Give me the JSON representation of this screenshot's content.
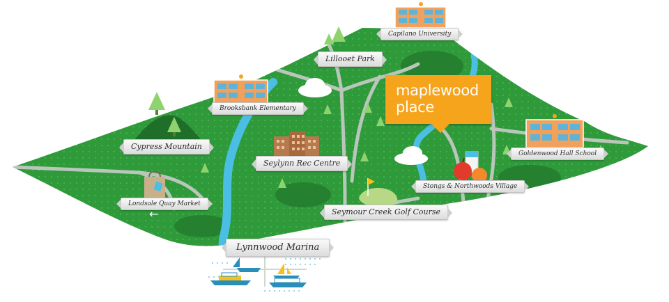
{
  "map": {
    "headline": {
      "line1": "maplewood",
      "line2": "place"
    },
    "locations": [
      {
        "id": "capilano-university",
        "label": "Capilano University"
      },
      {
        "id": "lillooet-park",
        "label": "Lillooet Park"
      },
      {
        "id": "brooksbank-elementary",
        "label": "Brooksbank Elementary"
      },
      {
        "id": "cypress-mountain",
        "label": "Cypress Mountain"
      },
      {
        "id": "seylynn-rec-centre",
        "label": "Seylynn Rec Centre"
      },
      {
        "id": "goldenwood-hall-school",
        "label": "Goldenwood Hall School"
      },
      {
        "id": "strongs-northwoods-village",
        "label": "Stongs & Northwoods Village"
      },
      {
        "id": "lonsdale-quay-market",
        "label": "Londsale Quay Market"
      },
      {
        "id": "seymour-creek-golf-course",
        "label": "Seymour Creek Golf Course"
      },
      {
        "id": "lynnwood-marina",
        "label": "Lynnwood Marina"
      }
    ],
    "direction_arrow": "←",
    "colors": {
      "land": "#2f9a3a",
      "land_dark": "#25802f",
      "road": "#b9c7bb",
      "river": "#4bbfe3",
      "accent": "#f6a41c",
      "building": "#e8823a",
      "window": "#5fb3d8"
    },
    "icons": [
      "school-building-icon",
      "tree-icon",
      "cloud-icon",
      "mountain-icon",
      "rec-centre-building-icon",
      "golf-flag-icon",
      "shopping-bag-icon",
      "grocery-icon",
      "sailboat-icon",
      "ferry-icon"
    ]
  }
}
